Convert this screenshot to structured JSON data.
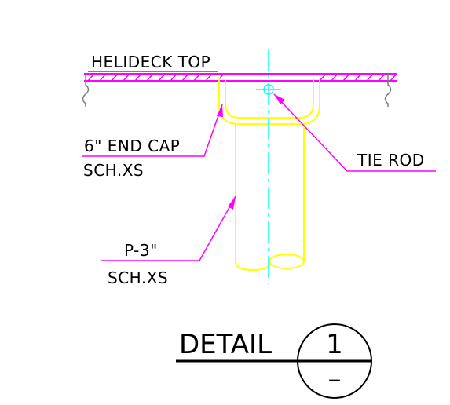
{
  "labels": {
    "deck": "HELIDECK TOP",
    "end_cap_line1": "6\" END CAP",
    "end_cap_line2": "SCH.XS",
    "tie_rod": "TIE ROD",
    "pipe_line1": "P-3\"",
    "pipe_line2": "SCH.XS"
  },
  "detail": {
    "title": "DETAIL",
    "number": "1",
    "sheet": "–"
  },
  "colors": {
    "background": "#ffffff",
    "linework_yellow": "#ffff00",
    "hatch_magenta": "#ff00ff",
    "leader_magenta": "#ff00ff",
    "centerline_cyan": "#00ffff",
    "break_line": "#7f7f7f",
    "text": "#000000"
  }
}
